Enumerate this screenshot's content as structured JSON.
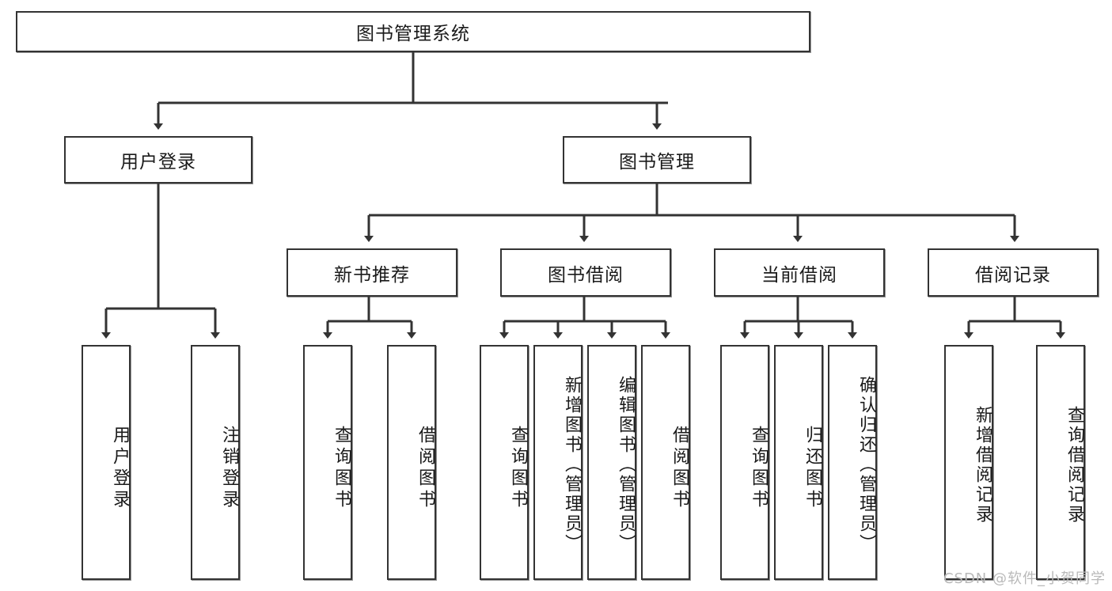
{
  "diagram": {
    "title": "图书管理系统",
    "type": "tree",
    "root": {
      "label": "图书管理系统"
    },
    "level2": [
      {
        "label": "用户登录"
      },
      {
        "label": "图书管理"
      }
    ],
    "level3": [
      {
        "label": "新书推荐"
      },
      {
        "label": "图书借阅"
      },
      {
        "label": "当前借阅"
      },
      {
        "label": "借阅记录"
      }
    ],
    "leaves_user_login": [
      {
        "label": "用户登录"
      },
      {
        "label": "注销登录"
      }
    ],
    "leaves_new_books": [
      {
        "label": "查询图书"
      },
      {
        "label": "借阅图书"
      }
    ],
    "leaves_borrow": [
      {
        "label": "查询图书"
      },
      {
        "label": "新增图书（管理员）"
      },
      {
        "label": "编辑图书（管理员）"
      },
      {
        "label": "借阅图书"
      }
    ],
    "leaves_current": [
      {
        "label": "查询图书"
      },
      {
        "label": "归还图书"
      },
      {
        "label": "确认归还（管理员）"
      }
    ],
    "leaves_records": [
      {
        "label": "新增借阅记录"
      },
      {
        "label": "查询借阅记录"
      }
    ]
  },
  "watermark": {
    "text": "CSDN @软件_小贺同学"
  },
  "colors": {
    "stroke": "#333333",
    "background": "#ffffff",
    "text": "#1a1a1a",
    "watermark": "#b9b9b9"
  }
}
